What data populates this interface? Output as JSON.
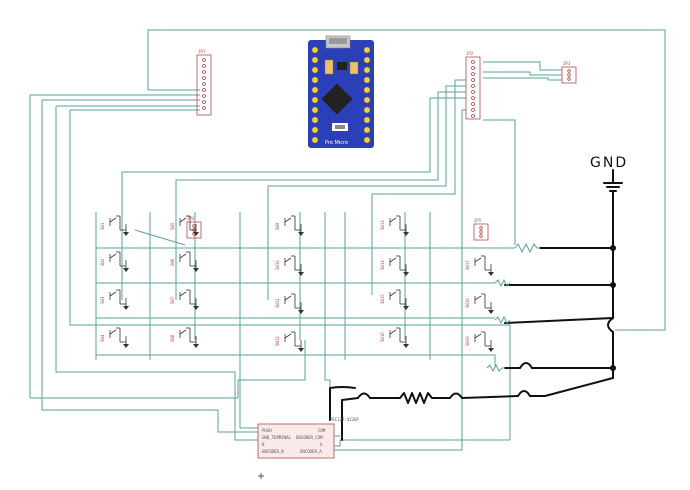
{
  "ground_label": "GND",
  "board": {
    "silk_label": "Pro Micro"
  },
  "connectors": {
    "j_left": "JP1",
    "j_mid": "JP2",
    "j_small_top": "JP3",
    "j_small_mid": "JP4",
    "j_small_right": "JP5"
  },
  "encoder": {
    "part_number": "PEC12R-4220F",
    "pins_left": [
      "PUSH",
      "GND_TERMINAL",
      "B",
      "ENCODER_B"
    ],
    "pins_right": [
      "COM",
      "ENCODER_COM",
      "A",
      "ENCODER_A"
    ]
  },
  "switch_labels": {
    "col1": [
      "SW1",
      "SW2",
      "SW3",
      "SW4"
    ],
    "col2": [
      "SW5",
      "SW6",
      "SW7",
      "SW8"
    ],
    "col3": [
      "SW9",
      "SW10",
      "SW11",
      "SW12"
    ],
    "col4": [
      "SW13",
      "SW14",
      "SW15",
      "SW16"
    ],
    "col5": [
      "SW17",
      "SW18",
      "SW19"
    ]
  },
  "colors": {
    "wire": "#5aa39a",
    "ink": "#111111",
    "part": "#b64a4a",
    "board": "#2b3fb8"
  }
}
